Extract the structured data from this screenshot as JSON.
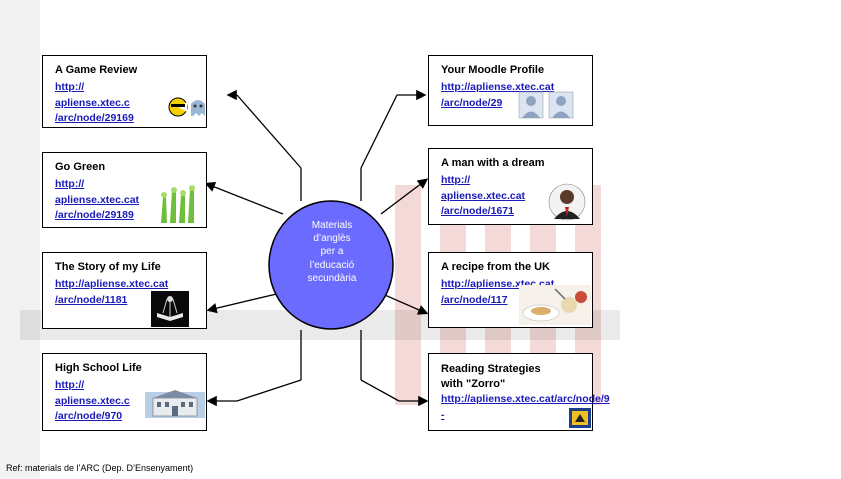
{
  "center": {
    "lines": [
      "Materials",
      "d’anglès",
      "per a",
      "l’educació",
      "secundària"
    ],
    "fill_color": "#6b6bff"
  },
  "boxes": {
    "game_review": {
      "title": "A Game Review",
      "link_lines": [
        "http://",
        "apliense.xtec.c",
        "/arc/node/29169"
      ]
    },
    "go_green": {
      "title": "Go Green",
      "link_lines": [
        "http://",
        "apliense.xtec.cat",
        "/arc/node/29189"
      ]
    },
    "story_of_my_life": {
      "title": "The Story of my Life",
      "link_lines": [
        "http://apliense.xtec.cat",
        "/arc/node/1181"
      ]
    },
    "high_school_life": {
      "title": "High School Life",
      "link_lines": [
        "http://",
        "apliense.xtec.c",
        "/arc/node/970"
      ]
    },
    "moodle_profile": {
      "title": "Your Moodle Profile",
      "link_lines": [
        "http://apliense.xtec.cat",
        "/arc/node/29"
      ]
    },
    "man_with_dream": {
      "title": "A man with a dream",
      "link_lines": [
        "http://",
        "apliense.xtec.cat",
        "/arc/node/1671"
      ]
    },
    "recipe_uk": {
      "title": "A recipe from the UK",
      "link_lines": [
        "http://apliense.xtec.cat",
        "/arc/node/117"
      ]
    },
    "reading_strategies": {
      "title_lines": [
        "Reading Strategies",
        "with \"Zorro\""
      ],
      "link_lines": [
        "http://apliense.xtec.cat/arc/node/9",
        "-"
      ]
    }
  },
  "reference": "Ref: materials de l’ARC (Dep. D’Ensenyament)",
  "icons": {
    "game_review": "pacman-ghost-icon",
    "go_green": "green-hands-icon",
    "story_of_my_life": "book-icon",
    "high_school_life": "school-building-icon",
    "moodle_profile": "user-avatars-icon",
    "man_with_dream": "portrait-icon",
    "recipe_uk": "food-icon",
    "reading_strategies": "zorro-book-icon"
  }
}
